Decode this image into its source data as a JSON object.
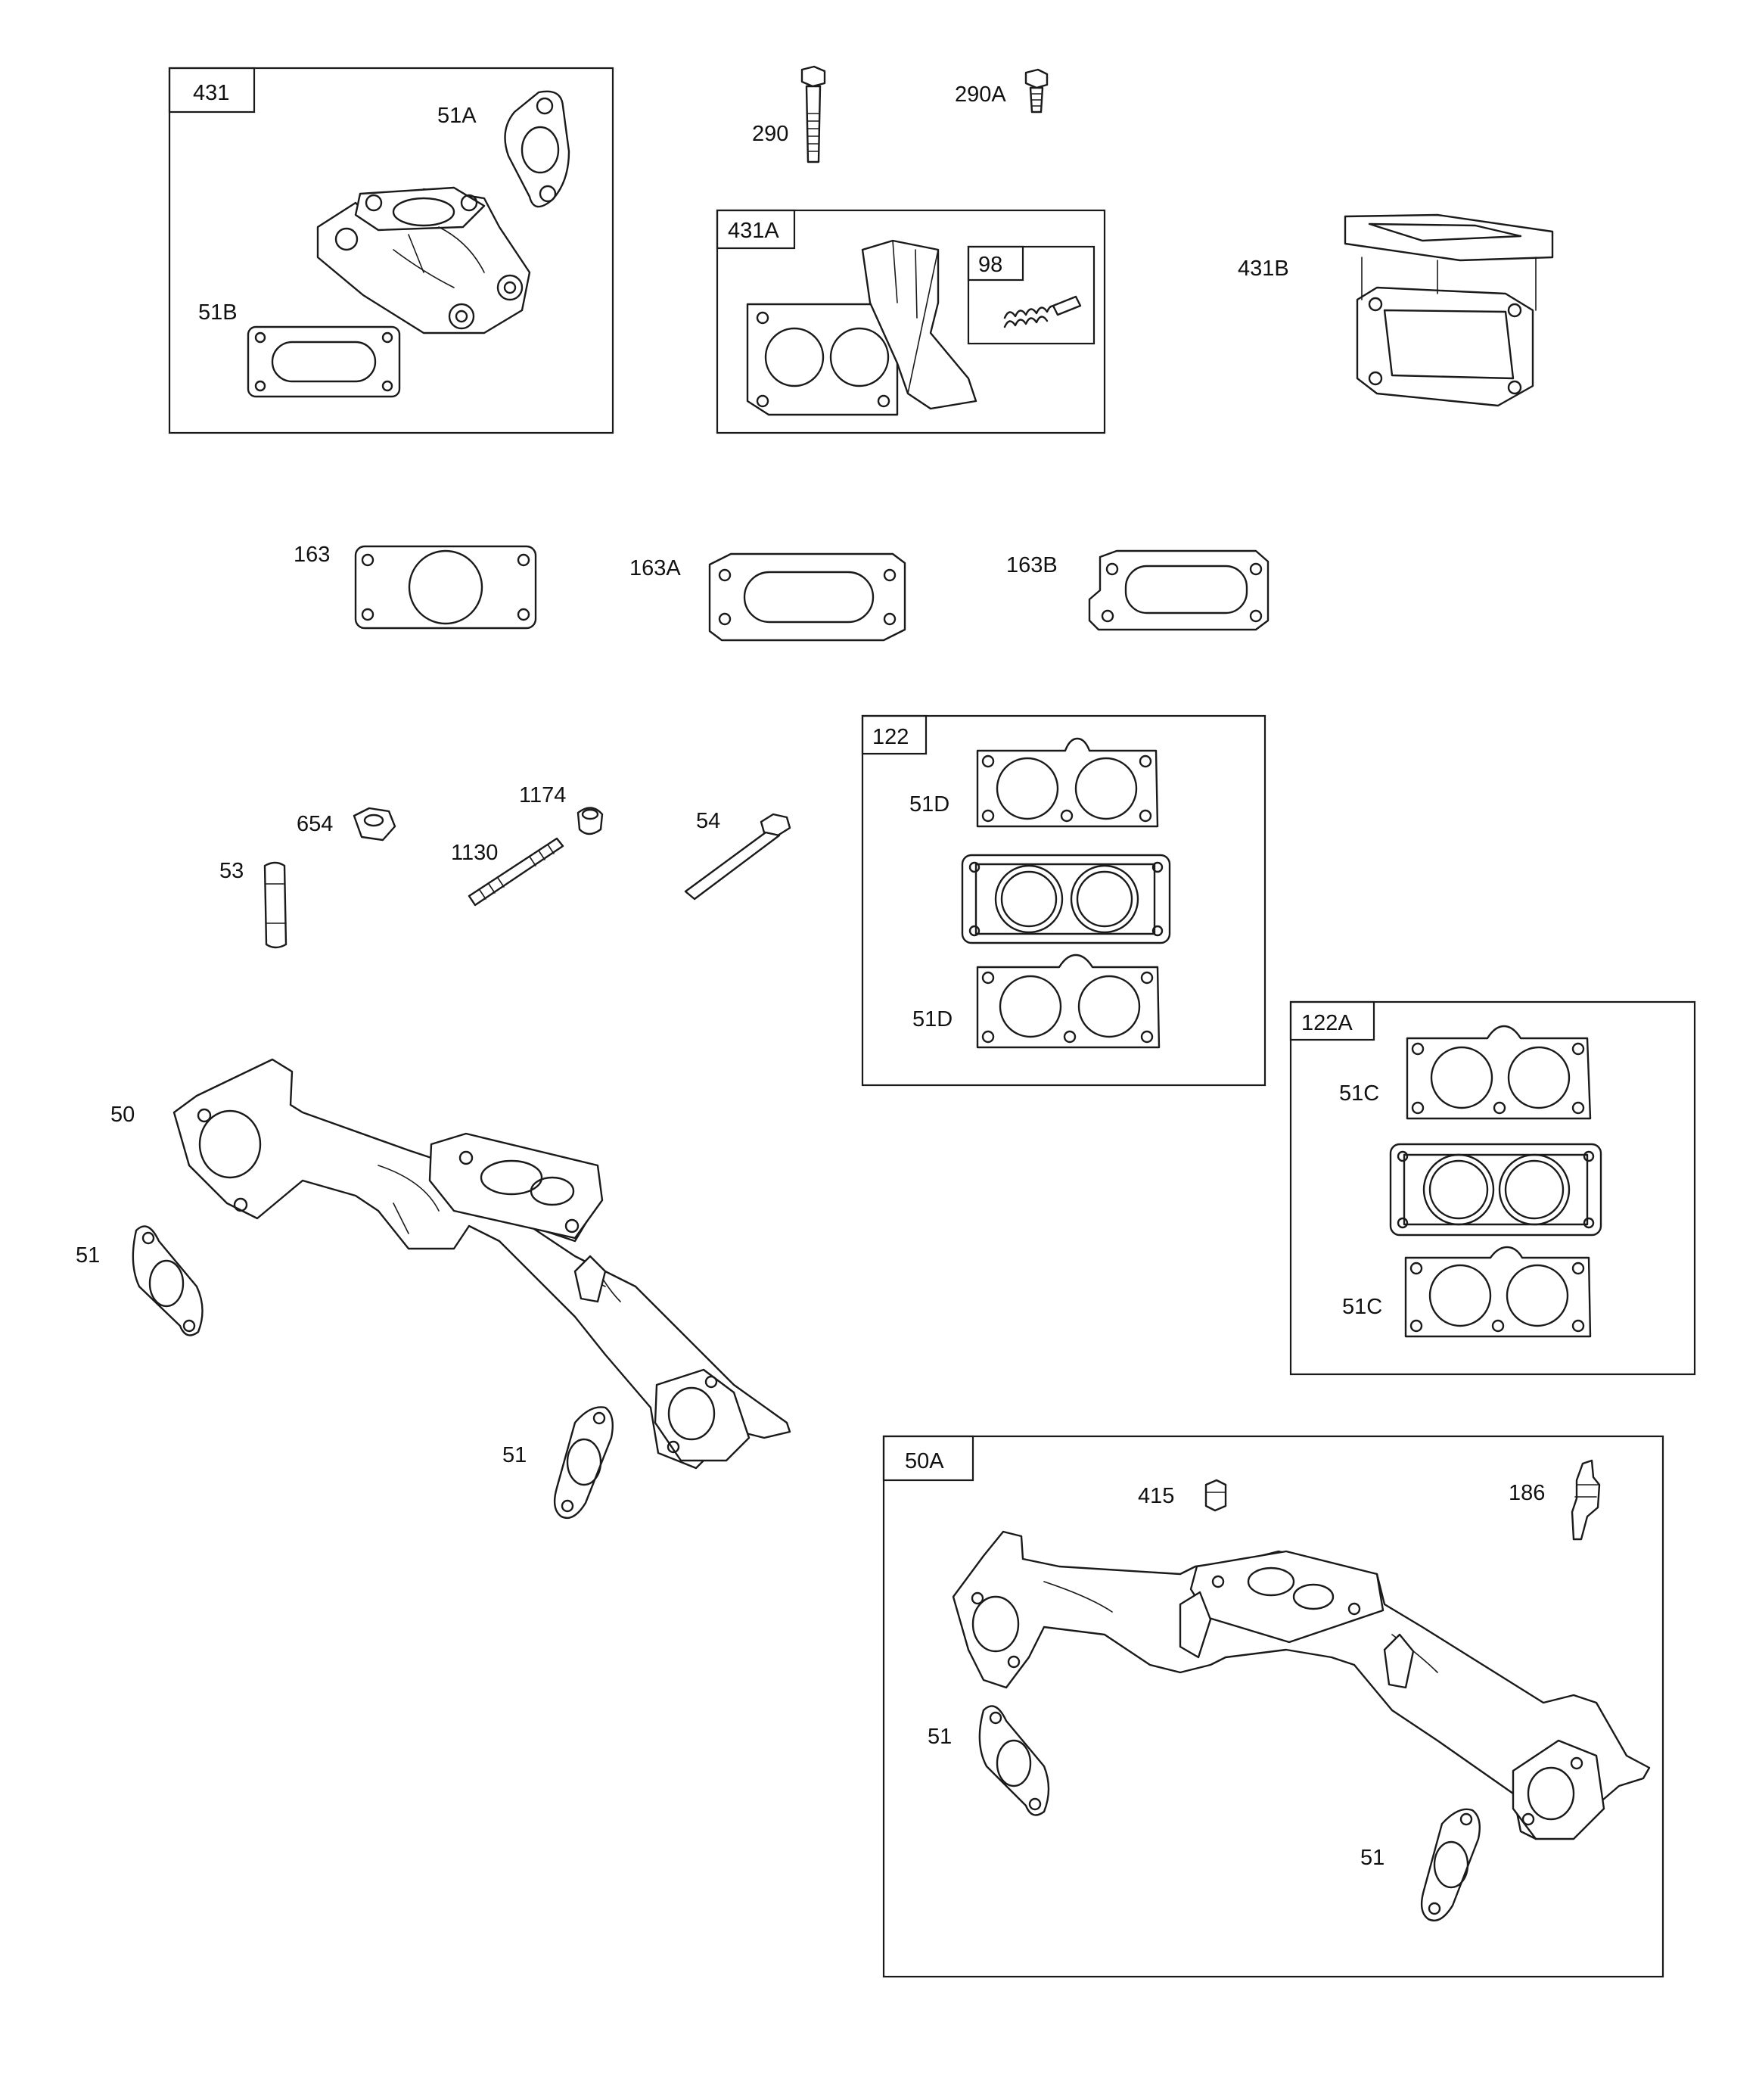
{
  "diagram": {
    "groups": {
      "g431": "431",
      "g431A": "431A",
      "g98": "98",
      "g122": "122",
      "g122A": "122A",
      "g50A": "50A"
    },
    "parts": {
      "p51A": "51A",
      "p51B": "51B",
      "p290": "290",
      "p290A": "290A",
      "p431B": "431B",
      "p163": "163",
      "p163A": "163A",
      "p163B": "163B",
      "p654": "654",
      "p1174": "1174",
      "p1130": "1130",
      "p53": "53",
      "p54": "54",
      "p51D_top": "51D",
      "p51D_bot": "51D",
      "p51C_top": "51C",
      "p51C_bot": "51C",
      "p50": "50",
      "p51_left": "51",
      "p51_mid": "51",
      "p415": "415",
      "p186": "186",
      "p51_50A_left": "51",
      "p51_50A_right": "51"
    }
  }
}
